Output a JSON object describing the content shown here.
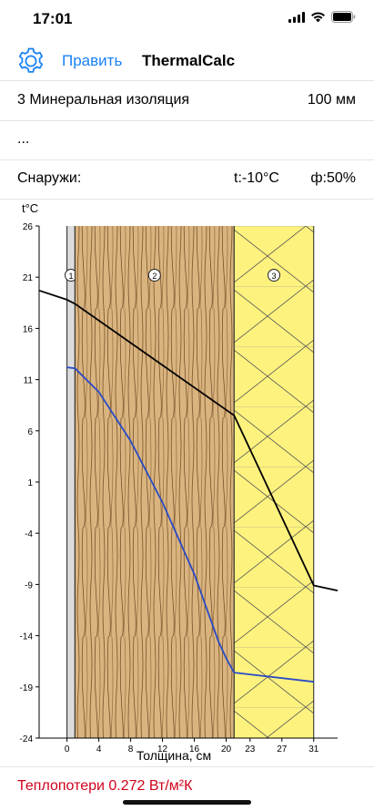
{
  "status": {
    "time": "17:01"
  },
  "nav": {
    "edit_label": "Править",
    "title": "ThermalCalc"
  },
  "layer_row": {
    "name": "3 Минеральная изоляция",
    "thickness": "100 мм"
  },
  "more_row": {
    "text": "..."
  },
  "outside_row": {
    "label": "Снаружи:",
    "temp": "t:-10°C",
    "humidity": "ф:50%"
  },
  "footer": {
    "heat_loss": "Теплопотери 0.272 Вт/м²К"
  },
  "colors": {
    "accent": "#1a82f5",
    "loss": "#d0021b",
    "temp_line": "#000000",
    "dew_line": "#2a4bc5",
    "wood": "#d9b47f",
    "insulation": "#fdf27e",
    "plaster": "#dcdcdc"
  },
  "chart_data": {
    "type": "line",
    "ylabel": "t°C",
    "xlabel": "Толщина, см",
    "ylim": [
      -24,
      26
    ],
    "xlim": [
      -3.5,
      34
    ],
    "y_ticks": [
      "26",
      "21",
      "16",
      "11",
      "6",
      "1",
      "-4",
      "-9",
      "-14",
      "-19",
      "-24"
    ],
    "x_ticks": [
      "0",
      "4",
      "8",
      "12",
      "16",
      "20",
      "23",
      "27",
      "31"
    ],
    "layers": [
      {
        "label": "1",
        "from": 0,
        "to": 1,
        "material": "plaster"
      },
      {
        "label": "2",
        "from": 1,
        "to": 21,
        "material": "wood"
      },
      {
        "label": "3",
        "from": 21,
        "to": 31,
        "material": "mineral insulation"
      }
    ],
    "series": [
      {
        "key": "temperature",
        "color": "#000000",
        "points": [
          [
            -3.5,
            19.7
          ],
          [
            0,
            18.8
          ],
          [
            1,
            18.4
          ],
          [
            21,
            7.5
          ],
          [
            31,
            -9.1
          ],
          [
            34,
            -9.6
          ]
        ]
      },
      {
        "key": "dew_point",
        "color": "#2a4bc5",
        "points": [
          [
            0,
            12.2
          ],
          [
            1,
            12.1
          ],
          [
            4,
            9.8
          ],
          [
            8,
            5.0
          ],
          [
            12,
            -1.0
          ],
          [
            16,
            -8.0
          ],
          [
            19,
            -14.5
          ],
          [
            20,
            -16.2
          ],
          [
            21,
            -17.6
          ],
          [
            31,
            -18.5
          ]
        ]
      }
    ]
  }
}
